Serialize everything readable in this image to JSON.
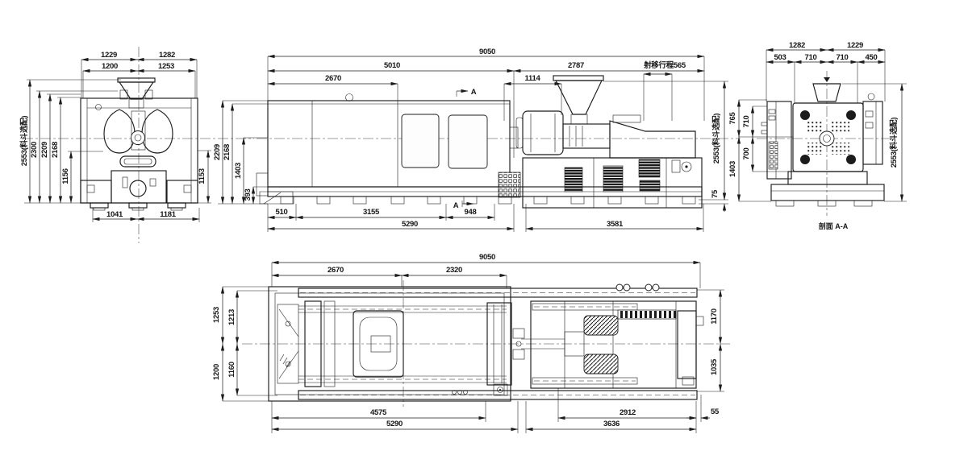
{
  "colors": {
    "line": "#1b1b1b",
    "background": "#ffffff"
  },
  "front_view": {
    "top_dims": [
      "1229",
      "1282",
      "1200",
      "1253"
    ],
    "left_dims": [
      "2553(料斗选配)",
      "2300",
      "2209",
      "2168",
      "1156"
    ],
    "right_dims": [
      "1153"
    ],
    "bottom_dims": [
      "1041",
      "1181"
    ]
  },
  "side_view": {
    "top_dims": [
      "9050",
      "5010",
      "2787",
      "2670",
      "1114"
    ],
    "stroke_dim": "射移行程565",
    "left_dims": [
      "2209",
      "2168",
      "1403",
      "393"
    ],
    "right_dims": [
      "2553(料斗选配)",
      "75"
    ],
    "bottom_dims": [
      "510",
      "3155",
      "948",
      "5290",
      "3581"
    ],
    "section_marker": "A"
  },
  "section_view": {
    "top_dims": [
      "1282",
      "1229",
      "503",
      "710",
      "710",
      "450"
    ],
    "left_dims": [
      "765",
      "710",
      "700",
      "1403"
    ],
    "right_dims": [
      "2553(料斗选配)"
    ],
    "caption": "剖面 A-A"
  },
  "plan_view": {
    "top_dims": [
      "9050",
      "2670",
      "2320"
    ],
    "left_dims": [
      "1253",
      "1213",
      "1200",
      "1160"
    ],
    "right_dims": [
      "1170",
      "1035"
    ],
    "bottom_dims": [
      "4575",
      "2912",
      "55",
      "5290",
      "3636"
    ]
  }
}
